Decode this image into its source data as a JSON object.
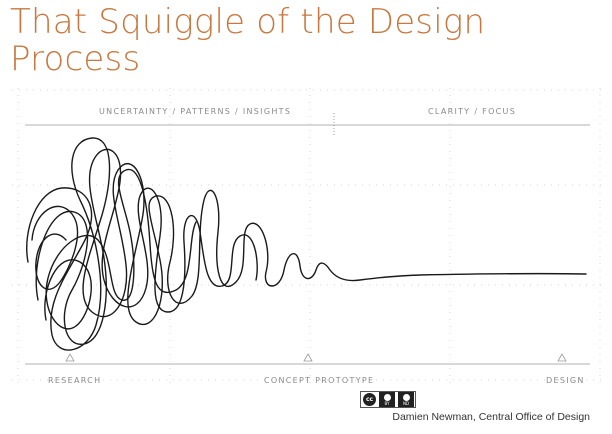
{
  "title": {
    "line1": "That Squiggle of the Design",
    "line2": "Process"
  },
  "phases": {
    "left": "UNCERTAINTY / PATTERNS / INSIGHTS",
    "right": "CLARITY / FOCUS"
  },
  "stages": [
    {
      "label": "RESEARCH"
    },
    {
      "label": "CONCEPT PROTOTYPE"
    },
    {
      "label": "DESIGN"
    }
  ],
  "license": {
    "cc": "cc",
    "by": "BY",
    "nd": "ND"
  },
  "credit": "Damien Newman, Central Office of Design",
  "colors": {
    "title": "#c8783e",
    "squiggle": "#1a1a1a",
    "grid": "#c9c9c9",
    "label": "#8a8a8a"
  }
}
